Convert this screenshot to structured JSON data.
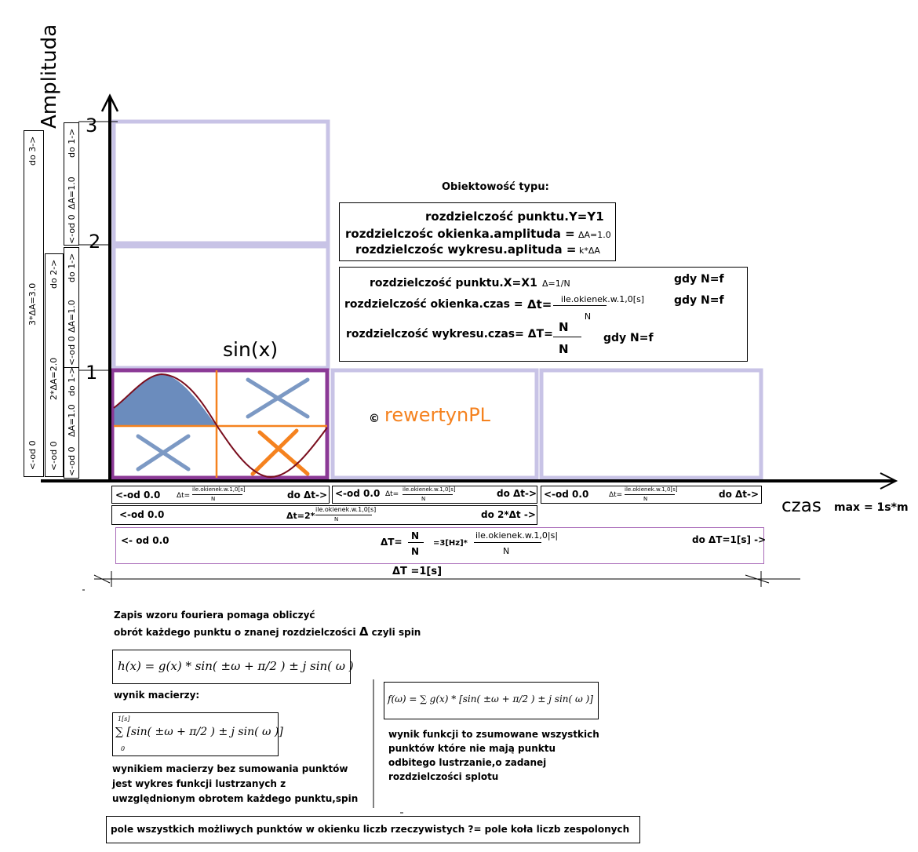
{
  "axes": {
    "y_title": "Amplituda",
    "x_title": "czas",
    "x_max": "max = 1s*m",
    "y_ticks": [
      "3",
      "2",
      "1"
    ]
  },
  "plot": {
    "sin_label": "sin(x)",
    "copyright_symbol": "©",
    "watermark": "rewertynPL",
    "colors": {
      "window": "#c8c3e6",
      "active_window": "#8b3a96",
      "fill": "#6b8cbd",
      "curve": "#7a0e1e",
      "cross_blue": "#7c99c4",
      "cross_orange": "#f5821f",
      "legend": "#a86ab8"
    }
  },
  "left_rulers": {
    "outer": {
      "top": "do 3->",
      "mid": "3*ΔA=3.0",
      "bottom": "<-od 0"
    },
    "second": {
      "top": "do 2->",
      "mid": "2*ΔA=2.0",
      "bottom": "<-od 0"
    },
    "inner": [
      {
        "top": "do 1->",
        "mid": "ΔA=1.0",
        "bottom": "<-od 0"
      },
      {
        "top": "do 1->",
        "mid": "ΔA=1.0",
        "bottom": "<-od 0"
      },
      {
        "top": "do 1->",
        "mid": "ΔA=1.0",
        "bottom": "<-od 0"
      }
    ]
  },
  "objectivity": {
    "title": "Obiektowość typu:",
    "y_line1": "rozdzielczość punktu.Y=Y1",
    "y_line2": "rozdzielczośc okienka.amplituda =",
    "y_line2_val": "ΔA=1.0",
    "y_line3": "rozdzielczośc wykresu.aplituda =",
    "y_line3_val": "k*ΔA",
    "x_line1": "rozdzielczość punktu.X=X1",
    "x_line1_val": "Δ=1/N",
    "x_line2": "rozdzielczość okienka.czas =",
    "x_line2_dt": "Δt=",
    "x_line2_num": "ile.okienek.w.1,0[s]",
    "x_line2_den": "N",
    "x_line3": "rozdzielczość wykresu.czas= ΔT=",
    "x_line3_num": "N",
    "x_line3_den": "N",
    "gdy": "gdy N=f"
  },
  "time_bars": {
    "row1": [
      {
        "left": "<-od 0.0",
        "dt": "Δt=",
        "num": "ile.okienek.w.1,0[s]",
        "den": "N",
        "right": "do Δt->"
      },
      {
        "left": "<-od 0.0",
        "dt": "Δt=",
        "num": "ile.okienek.w.1,0[s]",
        "den": "N",
        "right": "do Δt->"
      },
      {
        "left": "<-od 0.0",
        "dt": "Δt=",
        "num": "ile.okienek.w.1,0[s]",
        "den": "N",
        "right": "do Δt->"
      }
    ],
    "row2": {
      "left": "<-od 0.0",
      "dt": "Δt=2*",
      "num": "ile.okienek.w.1,0[s]",
      "den": "N",
      "right": "do 2*Δt ->"
    },
    "row3": {
      "left": "<- od 0.0",
      "dt": "ΔT=",
      "n_num": "N",
      "n_den": "N",
      "mid": "=3[Hz]*",
      "num": "ile.okienek.w.1,0|s|",
      "den": "N",
      "right": "do ΔT=1[s] ->"
    },
    "total": "ΔT =1[s]"
  },
  "notes": {
    "fourier_line1": "Zapis wzoru fouriera pomaga obliczyć",
    "fourier_line2": "obrót każdego punktu o znanej rozdzielczości",
    "delta": "Δ",
    "fourier_line2_end": "czyli spin",
    "formula_h": "h(x) = g(x) * sin( ±ω + π/2 ) ± j sin( ω )",
    "macierz_label": "wynik macierzy:",
    "formula_sum": "∑ [sin( ±ω + π/2 ) ± j sin( ω )]",
    "sum_upper": "1[s]",
    "sum_lower": "0",
    "macierz_desc": [
      "wynikiem macierzy bez sumowania punktów",
      "jest wykres funkcji lustrzanych z",
      "uwzględnionym obrotem każdego punktu,spin"
    ],
    "formula_f": "f(ω) = ∑ g(x) * [sin( ±ω + π/2 ) ± j sin( ω )]",
    "func_desc": [
      "wynik funkcji to zsumowane wszystkich",
      "punktów które nie mają punktu",
      "odbitego lustrzanie,o zadanej",
      "rozdzielczości splotu"
    ],
    "bottom_box": "pole wszystkich możliwych punktów w okienku liczb rzeczywistych ?= pole koła liczb zespolonych"
  }
}
